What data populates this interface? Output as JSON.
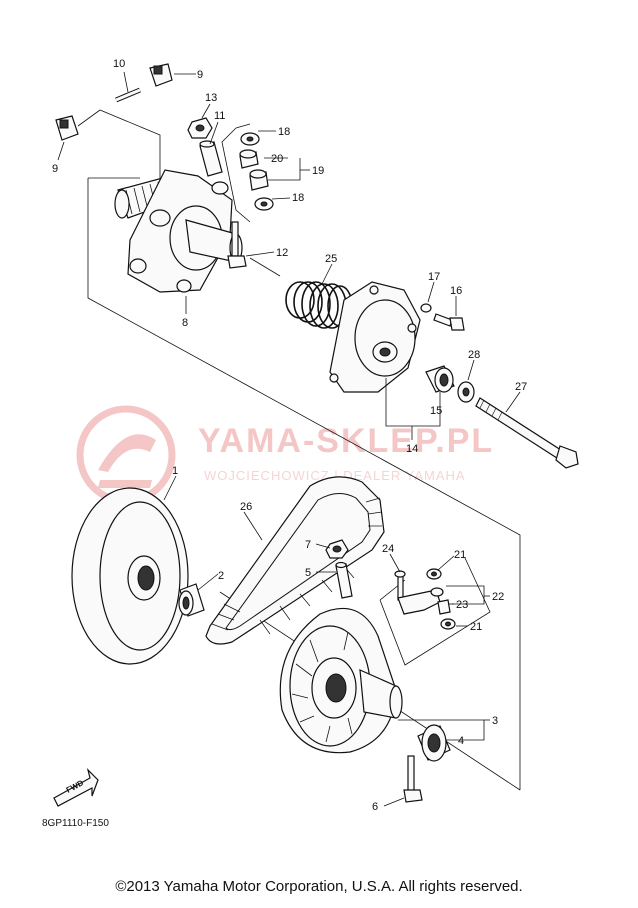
{
  "diagram": {
    "part_code": "8GP1110-F150",
    "copyright": "©2013 Yamaha Motor Corporation, U.S.A. All rights reserved.",
    "watermark": {
      "title": "YAMA-SKLEP.PL",
      "subtitle": "WOJCIECHOWICZ | DEALER YAMAHA"
    },
    "fwd_label": "FWD",
    "labels": {
      "p1": "1",
      "p2": "2",
      "p3": "3",
      "p4": "4",
      "p5": "5",
      "p6": "6",
      "p7": "7",
      "p8": "8",
      "p9a": "9",
      "p9b": "9",
      "p10": "10",
      "p11": "11",
      "p12": "12",
      "p13": "13",
      "p14": "14",
      "p15": "15",
      "p16": "16",
      "p17": "17",
      "p18a": "18",
      "p18b": "18",
      "p19": "19",
      "p20": "20",
      "p21a": "21",
      "p21b": "21",
      "p22": "22",
      "p23": "23",
      "p24": "24",
      "p25": "25",
      "p26": "26",
      "p27": "27",
      "p28": "28"
    },
    "colors": {
      "line": "#111111",
      "watermark": "#f4c6c6"
    }
  }
}
